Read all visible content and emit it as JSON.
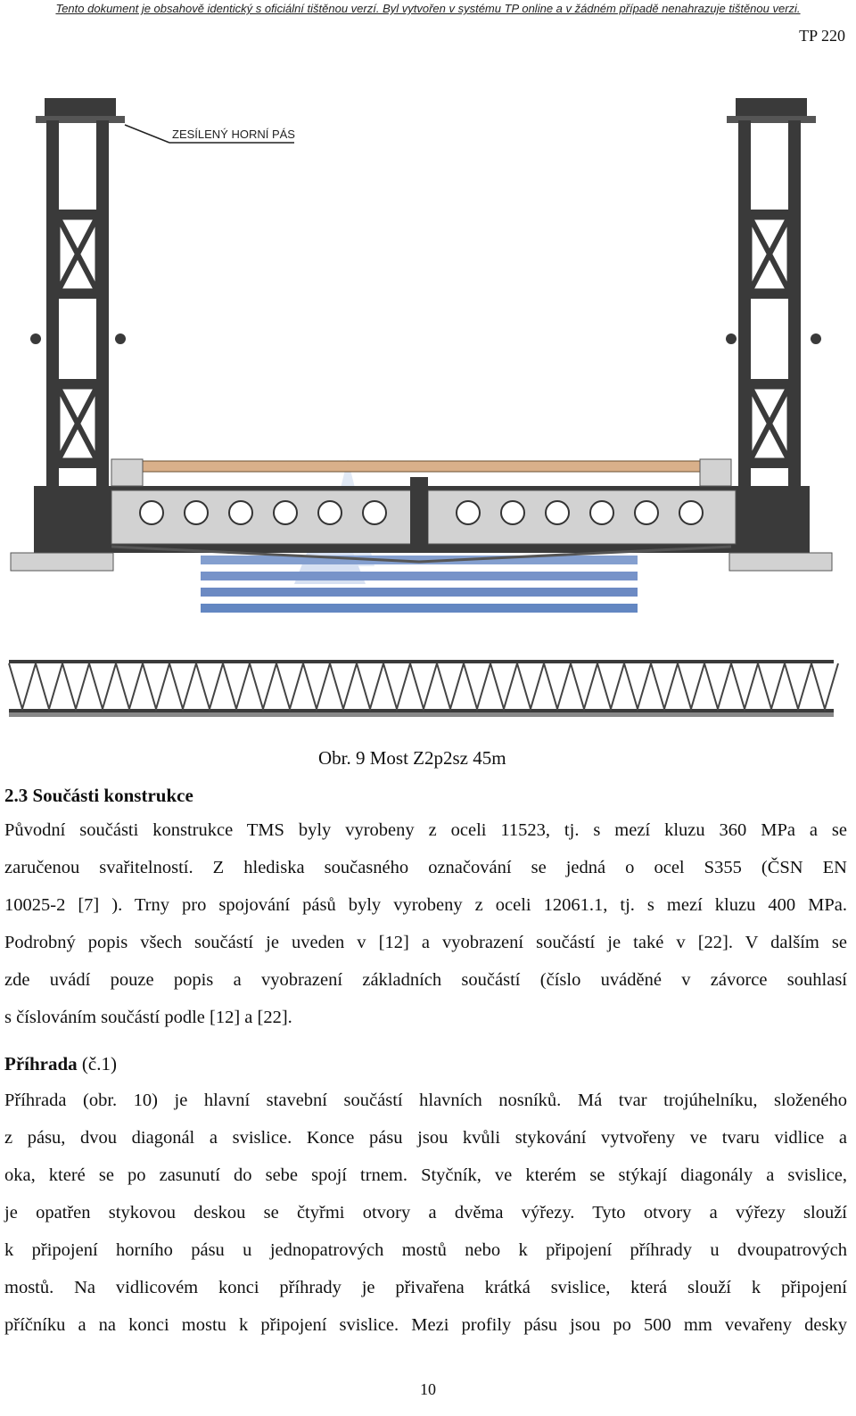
{
  "header": {
    "disclaimer": "Tento dokument je obsahově identický s oficiální tištěnou verzí. Byl vytvořen v systému TP online a v žádném případě nenahrazuje tištěnou verzi.",
    "doc_code": "TP 220"
  },
  "figure": {
    "annotation": "ZESÍLENÝ HORNÍ PÁS",
    "caption": "Obr. 9 Most Z2p2sz 45m",
    "colors": {
      "steel": "#3a3a3a",
      "gray_member": "#c9c9c9",
      "wood": "#d9b08a",
      "watermark": "#2f5fae"
    }
  },
  "section": {
    "heading": "2.3 Součásti konstrukce",
    "paragraph1": [
      "Původní součásti konstrukce TMS byly vyrobeny z oceli 11523, tj. s mezí kluzu 360 MPa a se",
      "zaručenou svařitelností. Z hlediska současného označování se jedná o ocel S355 (ČSN EN",
      "10025-2 [7] ). Trny pro spojování pásů byly vyrobeny z oceli 12061.1, tj. s mezí kluzu 400 MPa.",
      "Podrobný popis všech součástí je uveden v [12] a vyobrazení součástí je také v [22]. V dalším se",
      "zde uvádí pouze popis a vyobrazení základních součástí (číslo uváděné v závorce souhlasí",
      "s číslováním součástí podle [12] a [22]."
    ],
    "subheading_bold": "Příhrada",
    "subheading_rest": " (č.1)",
    "paragraph2": [
      "Příhrada (obr. 10) je hlavní stavební součástí hlavních nosníků. Má tvar trojúhelníku, složeného",
      "z pásu, dvou diagonál a svislice. Konce pásu jsou kvůli stykování vytvořeny ve tvaru vidlice a",
      "oka, které se po zasunutí do sebe spojí trnem. Styčník, ve kterém se stýkají diagonály a svislice,",
      "je opatřen stykovou deskou se čtyřmi otvory a dvěma výřezy. Tyto otvory a výřezy slouží",
      "k připojení horního pásu u jednopatrových mostů nebo k připojení příhrady u dvoupatrových",
      "mostů. Na vidlicovém konci příhrady je přivařena krátká svislice, která slouží k připojení",
      "příčníku a na konci mostu k připojení svislice. Mezi profily pásu jsou po 500 mm vevařeny desky"
    ]
  },
  "footer": {
    "page_number": "10"
  }
}
